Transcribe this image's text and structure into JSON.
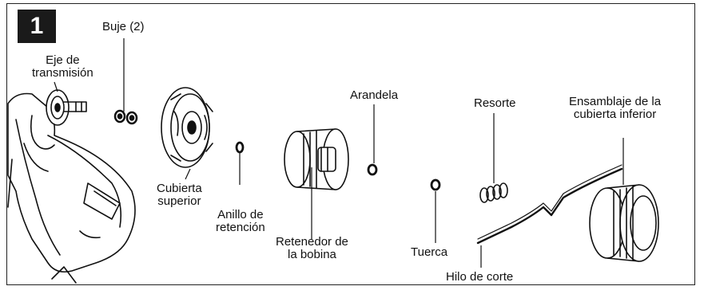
{
  "step_number": "1",
  "labels": {
    "buje": "Buje (2)",
    "eje_line1": "Eje de",
    "eje_line2": "transmisión",
    "cubierta_sup_line1": "Cubierta",
    "cubierta_sup_line2": "superior",
    "anillo_line1": "Anillo de",
    "anillo_line2": "retención",
    "retenedor_line1": "Retenedor de",
    "retenedor_line2": "la bobina",
    "arandela": "Arandela",
    "tuerca": "Tuerca",
    "resorte": "Resorte",
    "ensamblaje_line1": "Ensamblaje de la",
    "ensamblaje_line2": "cubierta inferior",
    "hilo": "Hilo de corte"
  }
}
